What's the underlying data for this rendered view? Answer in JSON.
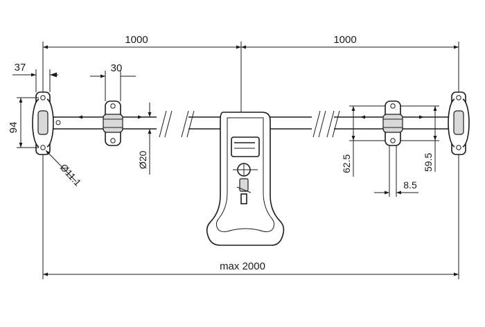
{
  "dimensions": {
    "left_span": "1000",
    "right_span": "1000",
    "bracket_offset": "37",
    "bracket_width": "30",
    "bracket_height": "94",
    "hole_diameter": "Ø11.1",
    "rod_diameter": "Ø20",
    "hole_spacing_a": "62.5",
    "hole_spacing_b": "59.5",
    "plate_thickness": "8.5",
    "total_length": "max 2000"
  }
}
